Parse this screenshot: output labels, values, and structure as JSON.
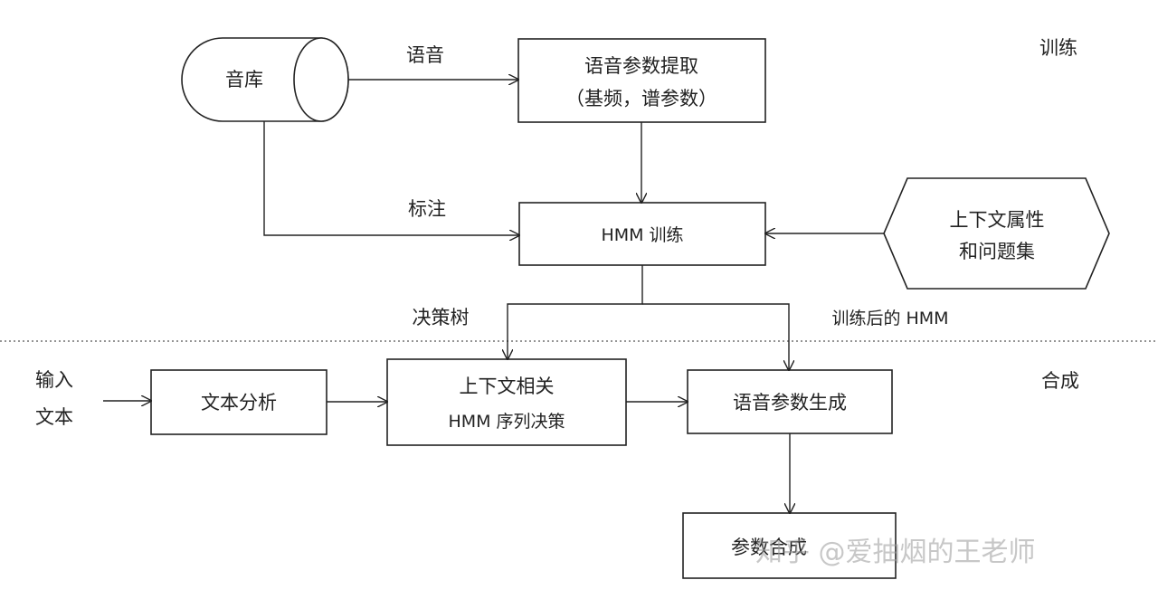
{
  "sections": {
    "train": "训练",
    "synth": "合成"
  },
  "nodes": {
    "db": "音库",
    "param_extract_line1": "语音参数提取",
    "param_extract_line2": "（基频，谱参数）",
    "hmm_train": "HMM 训练",
    "context_line1": "上下文属性",
    "context_line2": "和问题集",
    "input_line1": "输入",
    "input_line2": "文本",
    "text_analysis": "文本分析",
    "ctx_decision_line1": "上下文相关",
    "ctx_decision_line2": "HMM 序列决策",
    "param_gen": "语音参数生成",
    "output_box": "参数合成"
  },
  "edges": {
    "speech": "语音",
    "annotation": "标注",
    "decision_tree": "决策树",
    "trained_hmm": "训练后的 HMM"
  },
  "watermark": "知乎 @爱抽烟的王老师"
}
